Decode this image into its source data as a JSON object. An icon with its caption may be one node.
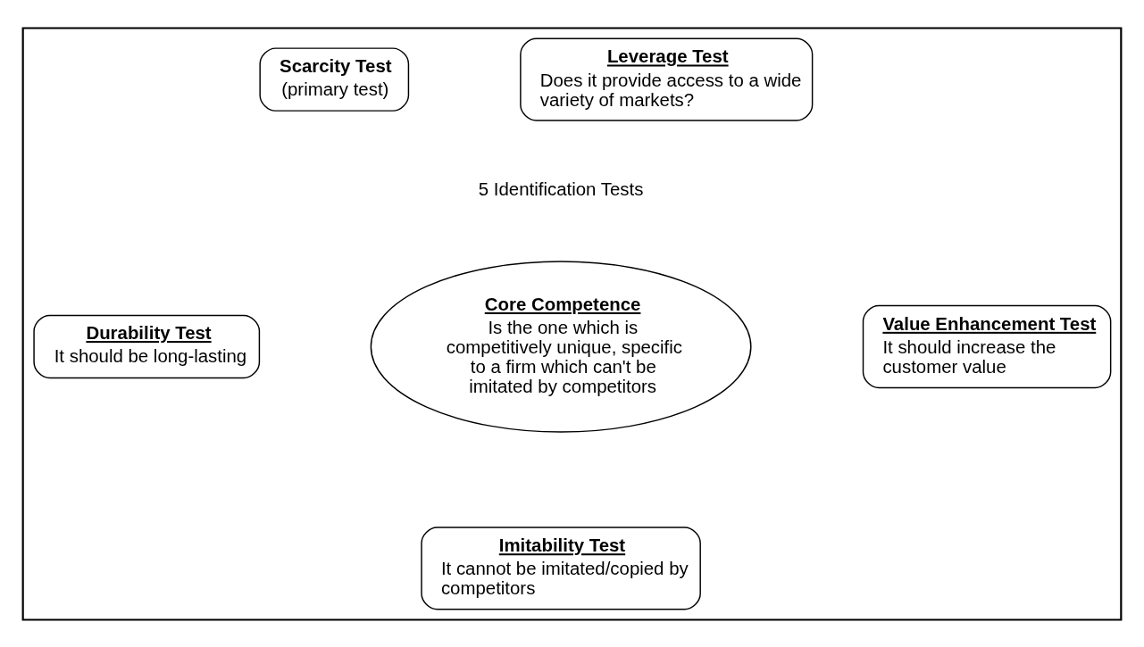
{
  "diagram": {
    "nodes": [
      {
        "text": [],
        "shape": "box"
      },
      {
        "text": [
          "Scarcity Test",
          "(primary test)"
        ],
        "in": 0
      },
      {
        "text": [
          "Leverage Test",
          "Does it provide access to a wide variety of markets?"
        ],
        "in": 0
      },
      {
        "text": [
          "Durability Test",
          "It should be long-lasting"
        ],
        "in": 0
      },
      {
        "text": [
          "Core Competence",
          "Is the one which is competitively unique, specific to a firm which can't be imitated by competitors"
        ],
        "in": 0
      },
      {
        "text": [
          "Value Enhancement Test",
          "It should increase the customer value"
        ],
        "in": 0
      },
      {
        "text": [
          "Imitability Test",
          "It cannot be imitated/copied by competitors"
        ],
        "in": 0
      }
    ],
    "edges": [],
    "labels": [
      "5 Identification Tests"
    ]
  }
}
